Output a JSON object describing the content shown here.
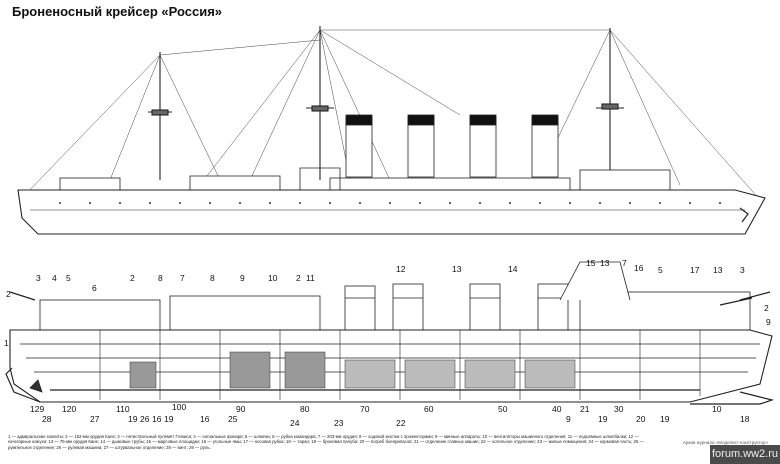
{
  "title": "Броненосный крейсер «Россия»",
  "top_labels": [
    "2",
    "3",
    "4",
    "5",
    "6",
    "2",
    "8",
    "7",
    "8",
    "9",
    "10",
    "2",
    "11",
    "12",
    "13",
    "14",
    "15",
    "13",
    "7",
    "16",
    "5",
    "17",
    "13",
    "3"
  ],
  "bottom_labels": [
    "129",
    "28",
    "120",
    "27",
    "110",
    "19",
    "26",
    "16",
    "19",
    "100",
    "16",
    "25",
    "90",
    "24",
    "80",
    "23",
    "70",
    "22",
    "60",
    "50",
    "40",
    "9",
    "21",
    "19",
    "30",
    "20",
    "19",
    "10",
    "18"
  ],
  "side_labels": [
    "1",
    "2",
    "9"
  ],
  "legend_text": "1 — адмиральские кокпиты; 2 — 152-мм орудия Кане; 3 — пятиствольный пулемёт Гочкиса; 4 — сигнальные фонари; 5 — шлюпки; 6 — рубка командира; 7 — 203-мм орудия; 8 — ходовой мостик с прожекторами; 9 — минные аппараты; 10 — вентиляторы машинного отделения; 11 — подъёмные шлюпбалки; 12 — кочегарные кожухи; 13 — 75-мм орудия Кане; 14 — дымовые трубы; 15 — марсовые площадки; 16 — угольные ямы; 17 — носовая рубка; 18 — таран; 19 — броневая палуба; 20 — погреб боеприпасов; 21 — отделение главных машин; 22 — котельное отделение; 23 — жилые помещения; 24 — кормовая часть; 25 — румпельное отделение; 26 — рулевая машина; 27 — штурвальное отделение; 28 — винт; 29 — руль.",
  "credit": "Архив журнала «Моделист-конструктор»",
  "watermark": "forum.ww2.ru"
}
